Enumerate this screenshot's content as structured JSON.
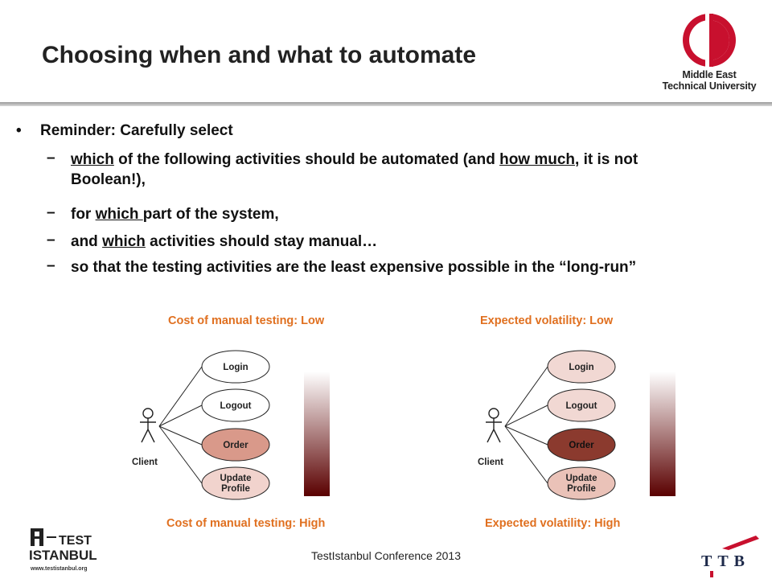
{
  "slide": {
    "title": "Choosing when and what to automate",
    "org_logo_text": [
      "Middle East",
      "Technical University"
    ],
    "lead_text": "Reminder: Carefully select",
    "items": [
      {
        "parts": [
          "",
          "which",
          " of the following activities should be automated (and ",
          "how much",
          ", it is not Boolean!),"
        ]
      },
      {
        "parts": [
          "for ",
          "which ",
          "part of the system,"
        ]
      },
      {
        "parts": [
          "and ",
          "which",
          " activities should stay manual…"
        ]
      },
      {
        "parts": [
          "so that the testing activities are the least expensive possible in the “long-run”"
        ]
      }
    ]
  },
  "diagrams": {
    "left": {
      "top_caption": "Cost of manual testing: Low",
      "bottom_caption": "Cost of manual testing: High",
      "actor": "Client",
      "use_cases": [
        "Login",
        "Logout",
        "Order",
        "Update Profile"
      ],
      "fill_colors": [
        "#ffffff",
        "#ffffff",
        "#d9998a",
        "#f1d3cd"
      ]
    },
    "right": {
      "top_caption": "Expected volatility: Low",
      "bottom_caption": "Expected volatility: High",
      "actor": "Client",
      "use_cases": [
        "Login",
        "Logout",
        "Order",
        "Update Profile"
      ],
      "fill_colors": [
        "#f1d8d3",
        "#f1d8d3",
        "#8b3a2e",
        "#eac2b8"
      ]
    },
    "gradient_colors": [
      "#ffffff",
      "#5a0000"
    ]
  },
  "footer": {
    "conference": "TestIstanbul Conference 2013",
    "left_logo": {
      "line1": "TEST",
      "line2": "ISTANBUL",
      "url": "www.testistanbul.org"
    },
    "right_logo": "TTB"
  },
  "colors": {
    "accent_orange": "#e07020",
    "metu_red": "#c8102e"
  }
}
